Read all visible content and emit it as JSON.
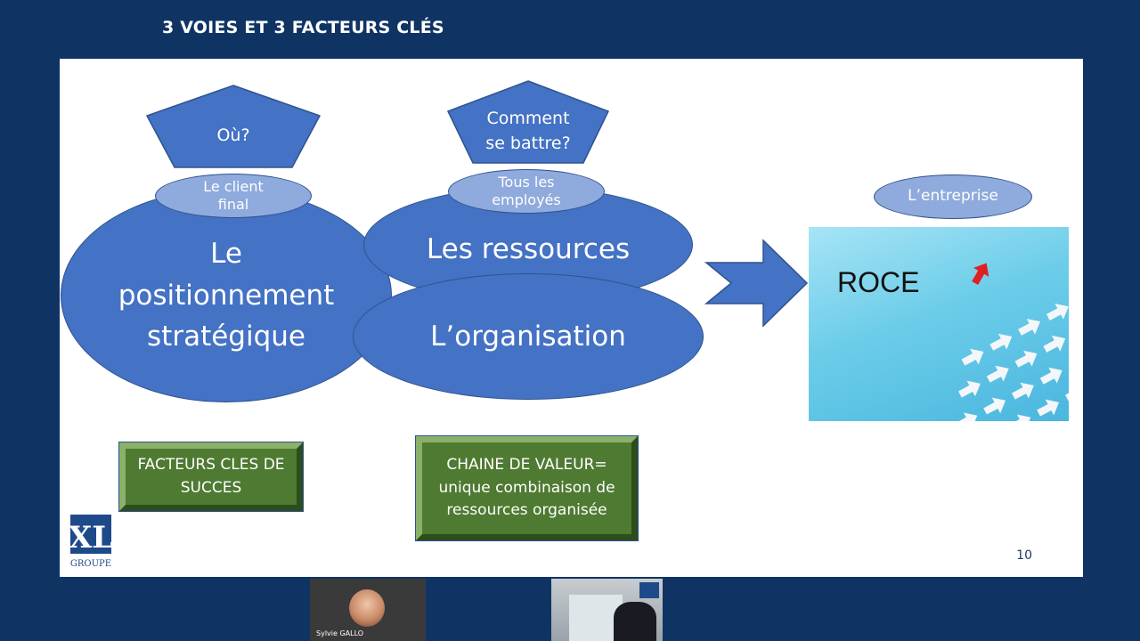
{
  "slide_title": "3 VOIES ET 3 FACTEURS CLÉS",
  "slide": {
    "pentagons": [
      {
        "label": "Où?"
      },
      {
        "label": "Comment\nse battre?"
      }
    ],
    "ellipses": {
      "positionnement": "Le\npositionnement\nstratégique",
      "ressources": "Les ressources",
      "organisation": "L’organisation",
      "client": "Le client\nfinal",
      "employes": "Tous les\nemployés",
      "entreprise": "L’entreprise"
    },
    "roce_label": "ROCE",
    "boxes": {
      "facteurs": "FACTEURS CLES DE\nSUCCES",
      "chaine": "CHAINE DE VALEUR=\nunique combinaison de\nressources organisée"
    },
    "logo": {
      "letters": "XL",
      "sub": "GROUPE"
    },
    "page_number": "10"
  },
  "video": {
    "participant_name": "Sylvie GALLO"
  },
  "colors": {
    "background": "#0f3464",
    "shape_fill": "#4472c4",
    "shape_light": "#8faadc",
    "box_green": "#4e7a32"
  }
}
